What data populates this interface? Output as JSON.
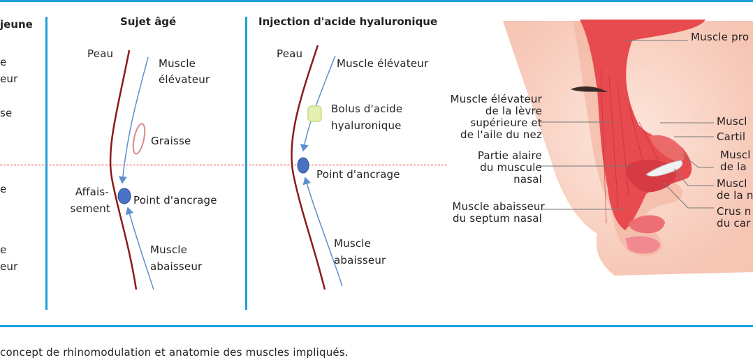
{
  "panels": {
    "young": {
      "title": "jeune",
      "labels": [
        "e",
        "eur",
        "se",
        "e",
        "e",
        "eur"
      ]
    },
    "aged": {
      "title": "Sujet âgé",
      "skin": "Peau",
      "elevator": [
        "Muscle",
        "élévateur"
      ],
      "fat": "Graisse",
      "sagging": [
        "Affais-",
        "sement"
      ],
      "anchor": "Point d'ancrage",
      "depressor": [
        "Muscle",
        "abaisseur"
      ]
    },
    "injection": {
      "title": "Injection d'acide hyaluronique",
      "skin": "Peau",
      "elevator": "Muscle élévateur",
      "bolus": [
        "Bolus d'acide",
        "hyaluronique"
      ],
      "anchor": "Point d'ancrage",
      "depressor": [
        "Muscle",
        "abaisseur"
      ]
    }
  },
  "anatomy": {
    "left_labels": {
      "levator": [
        "Muscle élévateur",
        "de la lèvre",
        "supérieure et",
        "de l'aile du nez"
      ],
      "alar": [
        "Partie alaire",
        "du muscule",
        "nasal"
      ],
      "depressor": [
        "Muscle abaisseur",
        "du septum nasal"
      ]
    },
    "right_labels": {
      "procerus": "Muscle pro",
      "r1": "Muscl",
      "r2": "Cartil",
      "r3": [
        "Muscl",
        "de la"
      ],
      "r4": [
        "Muscl",
        "de la n"
      ],
      "r5": [
        "Crus n",
        "du car"
      ]
    }
  },
  "caption": "concept de rhinomodulation et anatomie des muscles impliqués.",
  "colors": {
    "accent_blue": "#1ba1dc",
    "skin_line": "#8b1a1a",
    "arrow_blue": "#5b8fd0",
    "anchor_fill": "#4a72c4",
    "fat_outline": "#d88a8a",
    "bolus_fill": "#e4f0b0",
    "muscle_red": "#e84b4f",
    "dash_red": "#e0251b"
  }
}
